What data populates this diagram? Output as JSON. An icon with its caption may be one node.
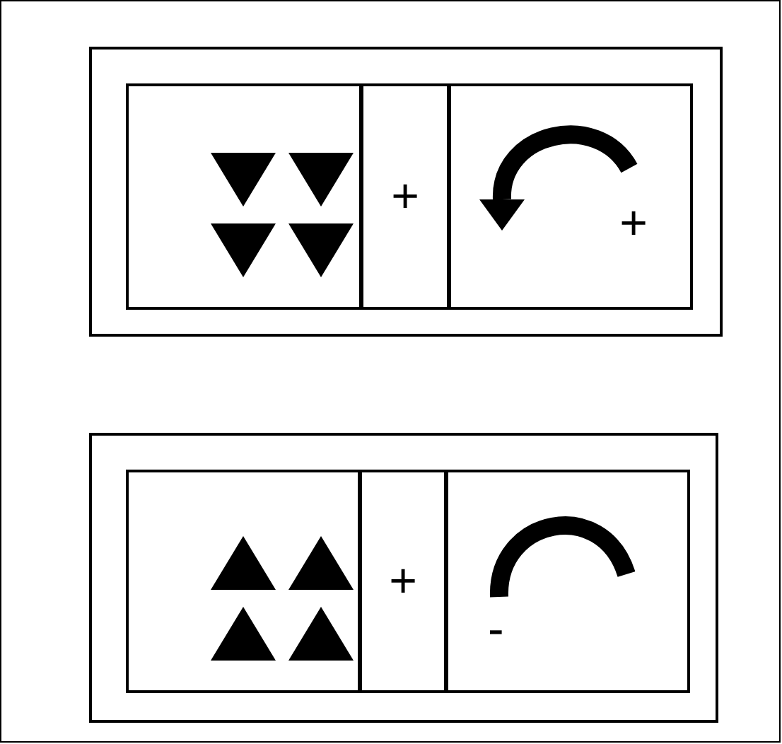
{
  "diagram": {
    "nodes": [
      {
        "text": [],
        "shape": "box"
      },
      {
        "text": [],
        "shape": "box",
        "in": 0
      },
      {
        "text": [],
        "shape": "box",
        "in": 1
      },
      {
        "text": [
          "+"
        ],
        "in": 1
      },
      {
        "text": [
          "+"
        ],
        "in": 1
      },
      {
        "text": [],
        "shape": "box",
        "in": 0
      },
      {
        "text": [],
        "shape": "box",
        "in": 5
      },
      {
        "text": [
          "+"
        ],
        "in": 5
      },
      {
        "text": [
          "-"
        ],
        "in": 5
      }
    ]
  }
}
